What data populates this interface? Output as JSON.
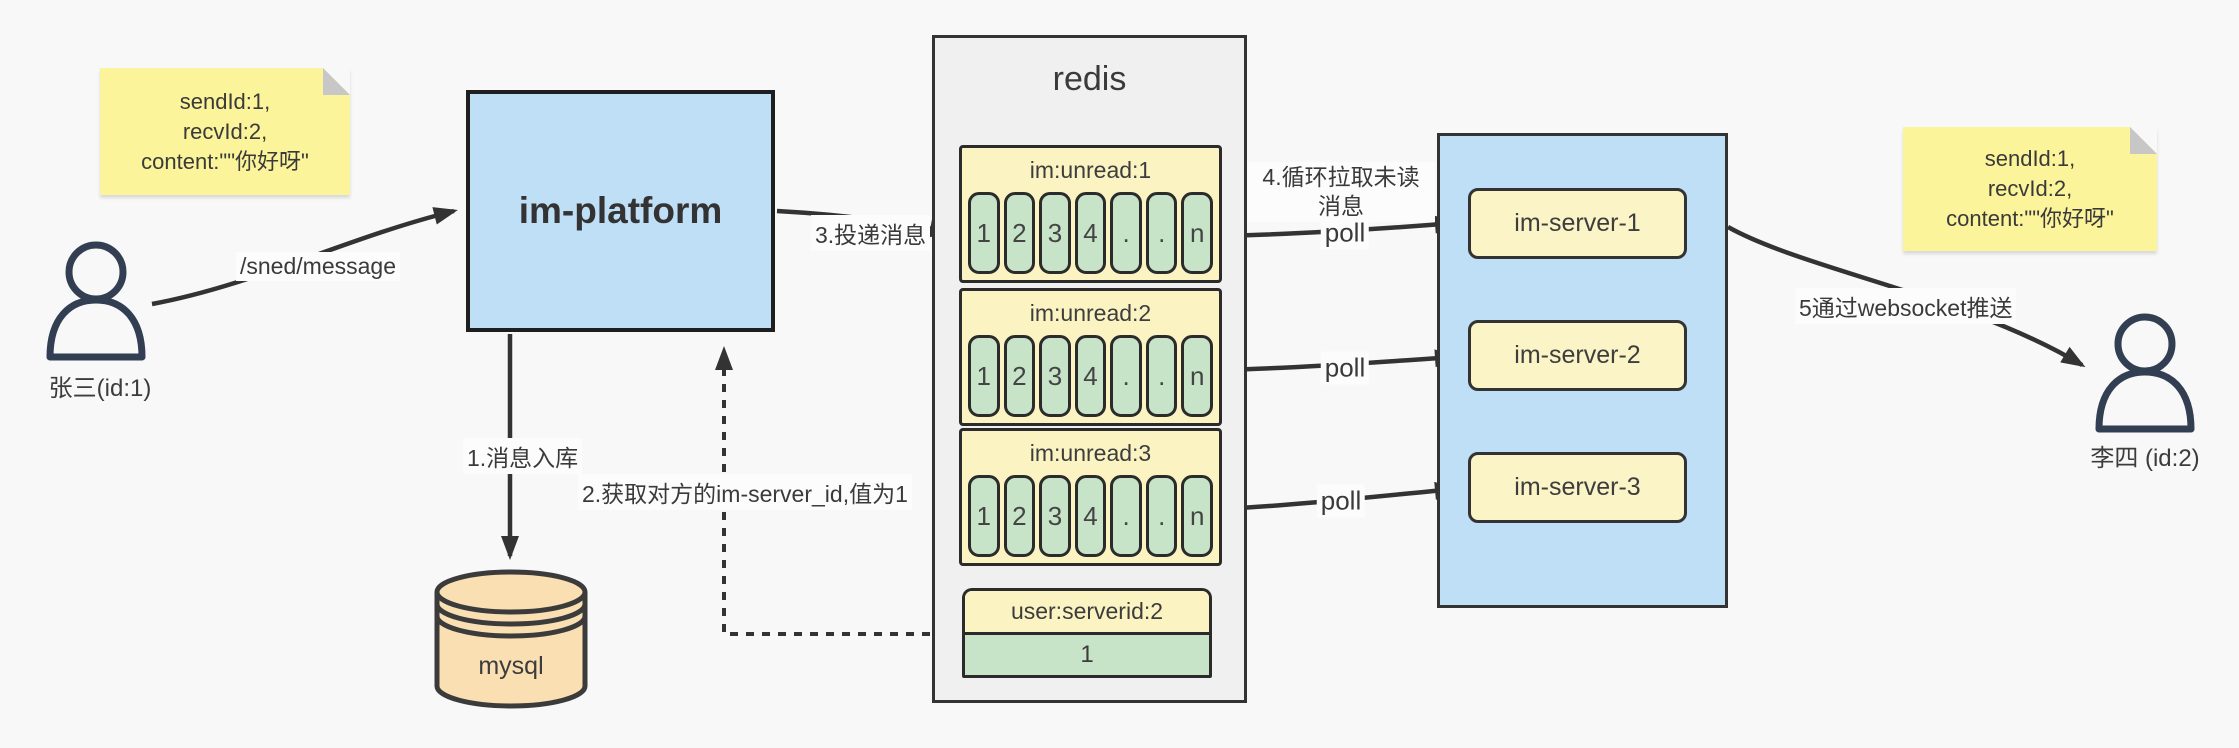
{
  "notes": {
    "left": {
      "line1": "sendId:1,",
      "line2": "recvId:2,",
      "line3": "content:\"\"你好呀\""
    },
    "right": {
      "line1": "sendId:1,",
      "line2": "recvId:2,",
      "line3": "content:\"\"你好呀\""
    }
  },
  "actors": {
    "sender": {
      "label": "张三(id:1)"
    },
    "receiver": {
      "label": "李四 (id:2)"
    }
  },
  "platform": {
    "label": "im-platform"
  },
  "database": {
    "label": "mysql"
  },
  "redis": {
    "title": "redis",
    "queues": [
      {
        "header": "im:unread:1",
        "cells": [
          "1",
          "2",
          "3",
          "4",
          ".",
          ".",
          "n"
        ]
      },
      {
        "header": "im:unread:2",
        "cells": [
          "1",
          "2",
          "3",
          "4",
          ".",
          ".",
          "n"
        ]
      },
      {
        "header": "im:unread:3",
        "cells": [
          "1",
          "2",
          "3",
          "4",
          ".",
          ".",
          "n"
        ]
      }
    ],
    "kv": {
      "header": "user:serverid:2",
      "value": "1"
    }
  },
  "servers": [
    {
      "label": "im-server-1"
    },
    {
      "label": "im-server-2"
    },
    {
      "label": "im-server-3"
    }
  ],
  "edges": {
    "send": {
      "label": "/sned/message"
    },
    "store": {
      "label": "1.消息入库"
    },
    "get_server_id": {
      "label": "2.获取对方的im-server_id,值为1"
    },
    "deliver": {
      "label": "3.投递消息"
    },
    "pull": {
      "label": "4.循环拉取未读消息"
    },
    "poll": {
      "label": "poll"
    },
    "push": {
      "label": "5通过websocket推送"
    }
  },
  "colors": {
    "node_blue": "#bedff6",
    "node_yellow": "#fbf4c2",
    "sticky_yellow": "#fbf49a",
    "cell_green": "#c7e3c8",
    "mysql_peach": "#fadfb2",
    "panel_gray": "#f0f0f0",
    "line_dark": "#333333",
    "person_navy": "#323f52"
  }
}
